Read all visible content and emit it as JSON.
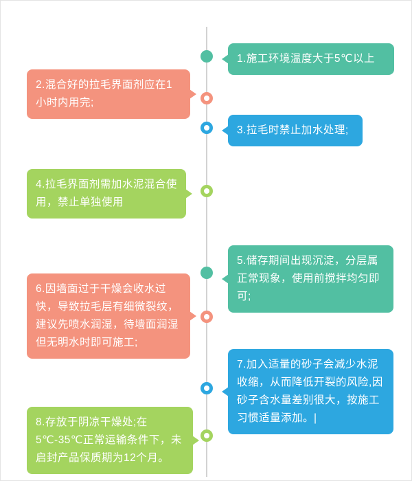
{
  "page": {
    "background": "#ffffff",
    "timeline_color": "#d2d2d2",
    "text_color": "#ffffff"
  },
  "items": [
    {
      "number": "1",
      "text": "1.施工环境温度大于5℃以上",
      "side": "right",
      "color": "#52bfa2",
      "dot": "filled"
    },
    {
      "number": "2",
      "text": "2.混合好的拉毛界面剂应在1小时内用完;",
      "side": "left",
      "color": "#f4937e",
      "dot": "hollow"
    },
    {
      "number": "3",
      "text": "3.拉毛时禁止加水处理;",
      "side": "right",
      "color": "#2da7e0",
      "dot": "hollow"
    },
    {
      "number": "4",
      "text": "4.拉毛界面剂需加水泥混合使用，禁止单独使用",
      "side": "left",
      "color": "#a4d45f",
      "dot": "hollow"
    },
    {
      "number": "5",
      "text": "5.储存期间出现沉淀，分层属正常现象，使用前搅拌均匀即可;",
      "side": "right",
      "color": "#52bfa2",
      "dot": "filled"
    },
    {
      "number": "6",
      "text": "6.因墙面过于干燥会收水过快，导致拉毛层有细微裂纹，建议先喷水润湿，待墙面润湿但无明水时即可施工;",
      "side": "left",
      "color": "#f4937e",
      "dot": "hollow"
    },
    {
      "number": "7",
      "text": "7.加入适量的砂子会减少水泥收缩，从而降低开裂的风险,因砂子含水量差别很大，按施工习惯适量添加。|",
      "side": "right",
      "color": "#2da7e0",
      "dot": "hollow"
    },
    {
      "number": "8",
      "text": "8.存放于阴凉干燥处;在5℃-35℃正常运输条件下，未启封产品保质期为12个月。",
      "side": "left",
      "color": "#a4d45f",
      "dot": "hollow"
    }
  ]
}
